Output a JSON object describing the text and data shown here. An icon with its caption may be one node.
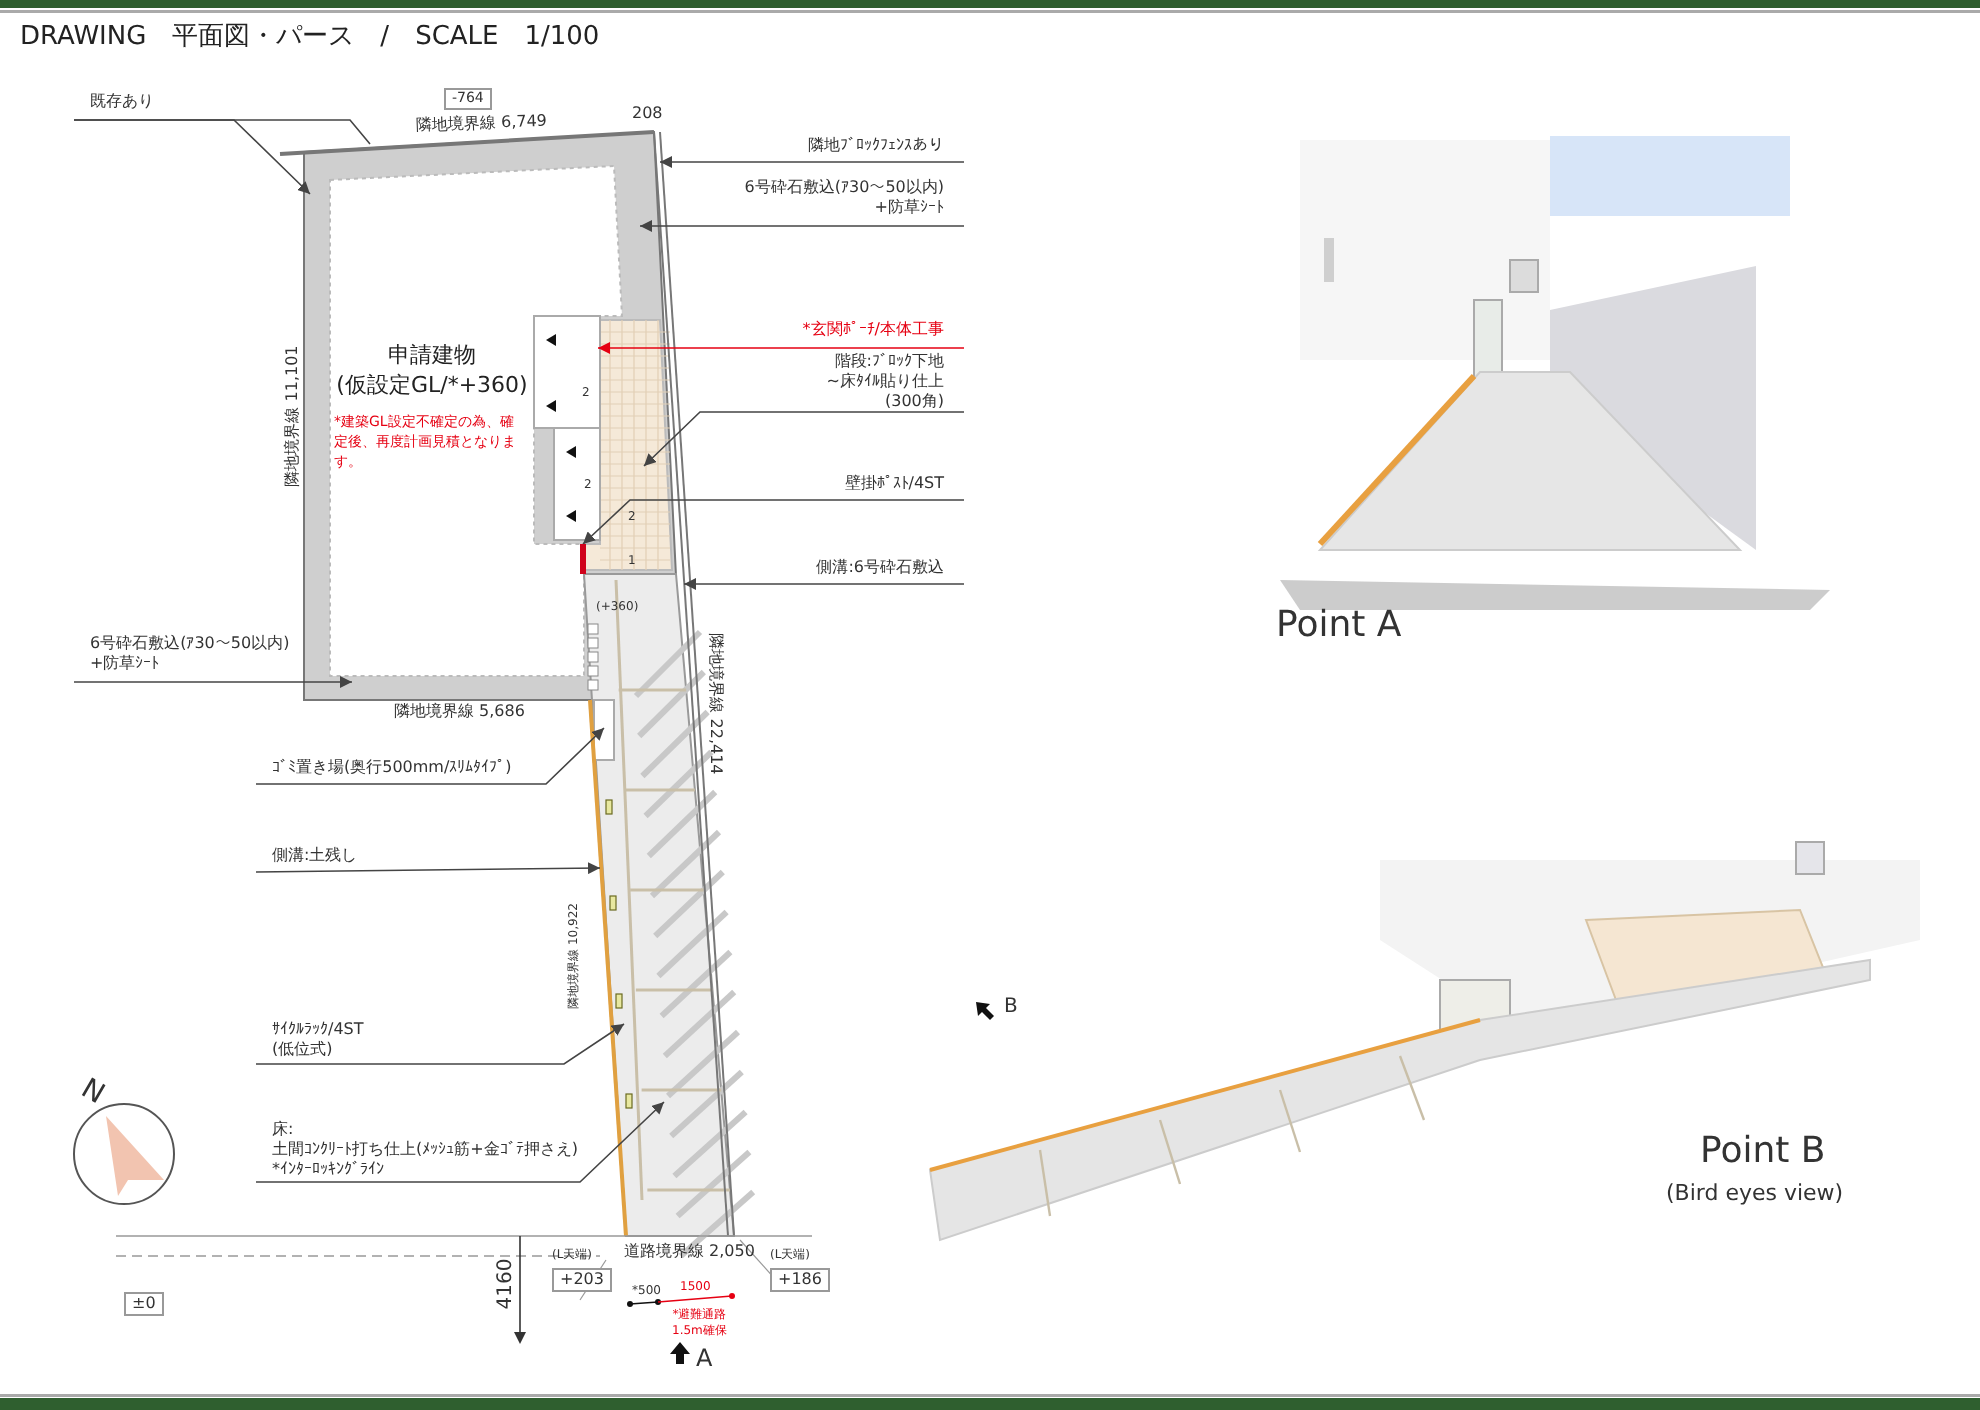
{
  "diagram": {
    "title": "DRAWING　平面図・パース　/　SCALE　1/100",
    "nodes": [
      {
        "text": [
          "申請建物 (仮設定GL/*+360)",
          "*建築GL設定不確定の為、確定後、再度計画見積となります。"
        ]
      },
      {
        "text": [
          "既存あり"
        ]
      },
      {
        "text": [
          "隣地ﾌﾞﾛｯｸﾌｪﾝｽあり"
        ]
      },
      {
        "text": [
          "6号砕石敷込(ｱ30～50以内) +防草ｼｰﾄ"
        ]
      },
      {
        "text": [
          "*玄関ﾎﾟｰﾁ/本体工事"
        ]
      },
      {
        "text": [
          "階段:ﾌﾞﾛｯｸ下地 ~床ﾀｲﾙ貼り仕上 (300角)"
        ]
      },
      {
        "text": [
          "壁掛ﾎﾟｽﾄ/4ST"
        ]
      },
      {
        "text": [
          "側溝:6号砕石敷込"
        ]
      },
      {
        "text": [
          "6号砕石敷込(ｱ30～50以内) +防草ｼｰﾄ"
        ]
      },
      {
        "text": [
          "ｺﾞﾐ置き場(奥行500mm/ｽﾘﾑﾀｲﾌﾟ)"
        ]
      },
      {
        "text": [
          "側溝:土残し"
        ]
      },
      {
        "text": [
          "ｻｲｸﾙﾗｯｸ/4ST (低位式)"
        ]
      },
      {
        "text": [
          "床: 土間ｺﾝｸﾘｰﾄ打ち仕上(ﾒｯｼｭ筋+金ｺﾞﾃ押さえ) *ｲﾝﾀｰﾛｯｷﾝｸﾞﾗｲﾝ"
        ]
      },
      {
        "text": [],
        "shape": "bar"
      }
    ],
    "edges": [
      {
        "from": 1,
        "to": null,
        "arrow": "to"
      },
      {
        "from": 1,
        "to": null,
        "arrow": "none"
      },
      {
        "from": 2,
        "to": null,
        "arrow": "to"
      },
      {
        "from": 3,
        "to": null,
        "arrow": "to"
      },
      {
        "from": 4,
        "to": null,
        "arrow": "to",
        "color": "#e60012"
      },
      {
        "from": 5,
        "to": null,
        "arrow": "to"
      },
      {
        "from": 6,
        "to": 13,
        "arrow": "to"
      },
      {
        "from": 7,
        "to": null,
        "arrow": "to"
      },
      {
        "from": 8,
        "to": null,
        "arrow": "to"
      },
      {
        "from": 9,
        "to": null,
        "arrow": "to"
      },
      {
        "from": 10,
        "to": null,
        "arrow": "to"
      },
      {
        "from": 11,
        "to": null,
        "arrow": "to"
      },
      {
        "from": 12,
        "to": null,
        "arrow": "to"
      }
    ],
    "labels": [
      "-764",
      "隣地境界線 6,749",
      "208",
      "2",
      "2",
      "2",
      "1",
      "(+360)",
      "隣地境界線 11,101",
      "隣地境界線 22,414",
      "隣地境界線 5,686",
      "隣地境界線 10,922",
      "N",
      "(L天端)",
      "+203",
      "道路境界線 2,050",
      "(L天端)",
      "+186",
      "±0",
      "4160",
      "*500",
      "1500",
      "*避難通路 1.5m確保",
      "A",
      "Point A",
      "B",
      "Point B",
      "(Bird eyes view)"
    ]
  }
}
